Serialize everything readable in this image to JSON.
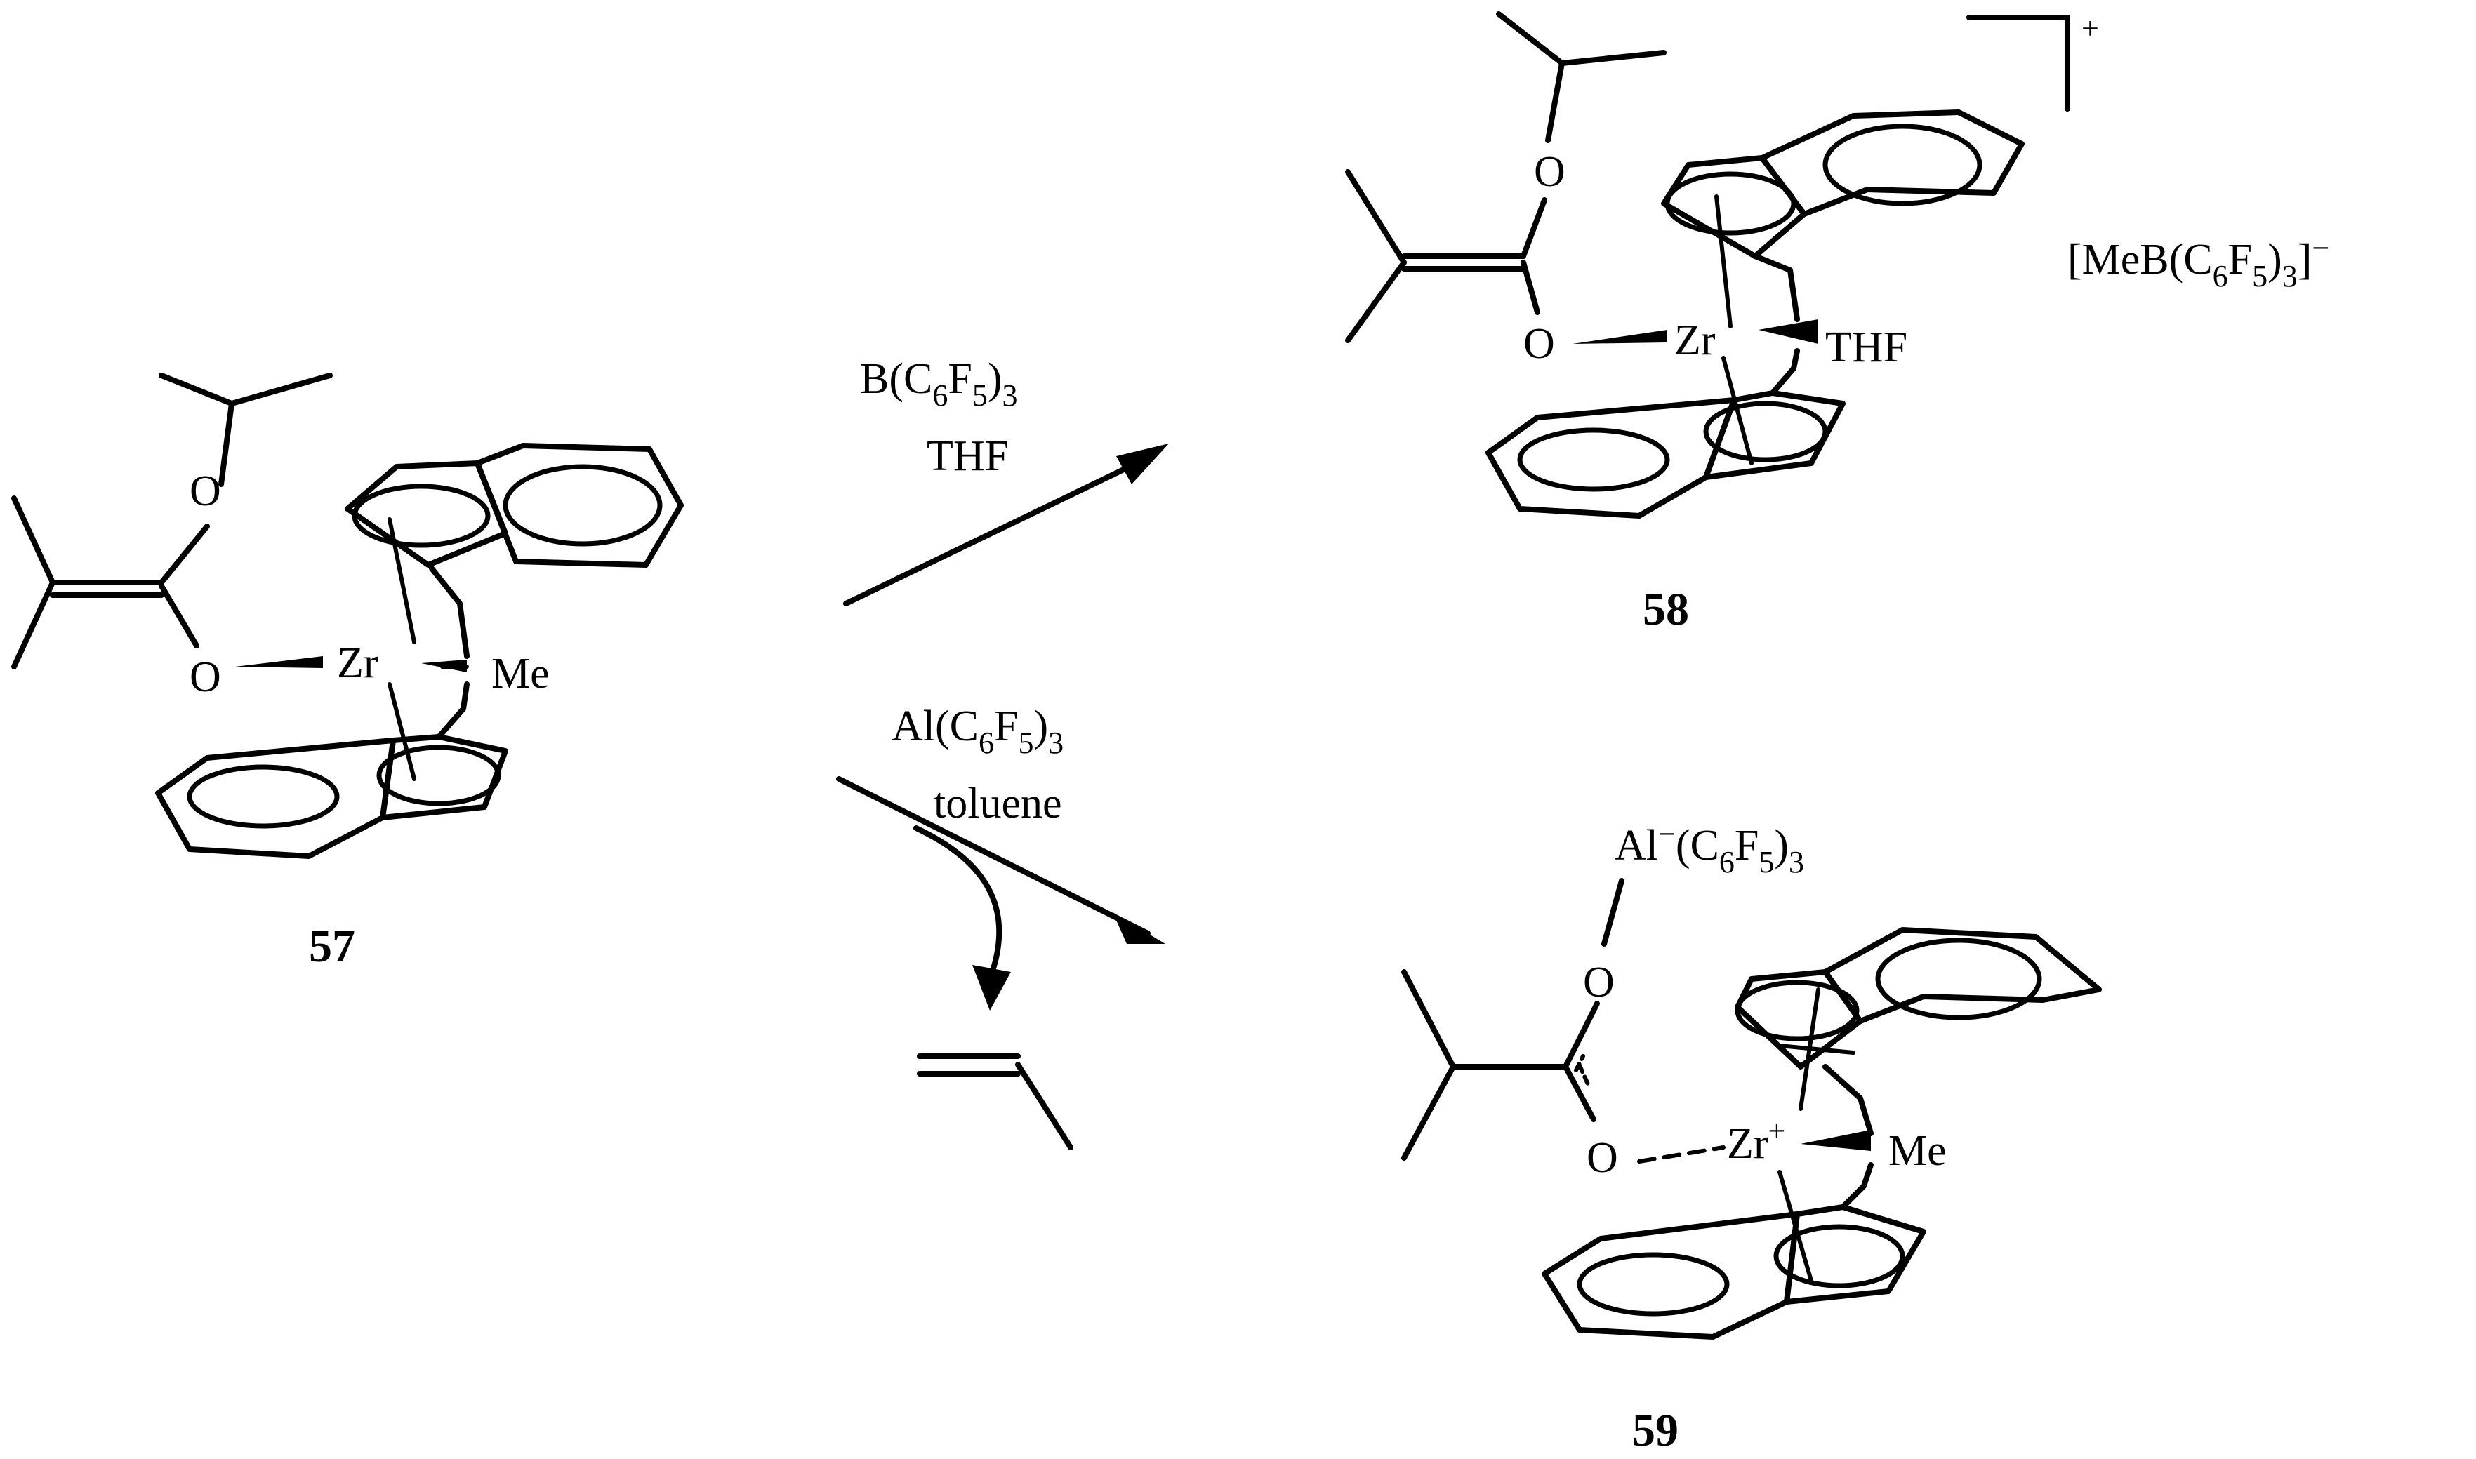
{
  "compounds": {
    "c57": {
      "number": "57",
      "zr": "Zr",
      "me": "Me",
      "o1": "O",
      "o2": "O"
    },
    "c58": {
      "number": "58",
      "zr": "Zr",
      "thf": "THF",
      "o1": "O",
      "o2": "O",
      "charge": "+",
      "counterion": {
        "a": "[MeB(C",
        "s1": "6",
        "b": "F",
        "s2": "5",
        "c": ")",
        "s3": "3",
        "d": "]",
        "sup": "−"
      }
    },
    "c59": {
      "number": "59",
      "zr": "Zr",
      "zr_charge": "+",
      "me": "Me",
      "o1": "O",
      "o2": "O",
      "al": {
        "a": "Al",
        "sup": "−",
        "b": "(C",
        "s1": "6",
        "c": "F",
        "s2": "5",
        "d": ")",
        "s3": "3"
      }
    }
  },
  "reactions": {
    "top": {
      "r_a": "B(C",
      "r_s1": "6",
      "r_b": "F",
      "r_s2": "5",
      "r_c": ")",
      "r_s3": "3",
      "solvent": "THF"
    },
    "bottom": {
      "r_a": "Al(C",
      "r_s1": "6",
      "r_b": "F",
      "r_s2": "5",
      "r_c": ")",
      "r_s3": "3",
      "solvent": "toluene"
    }
  }
}
